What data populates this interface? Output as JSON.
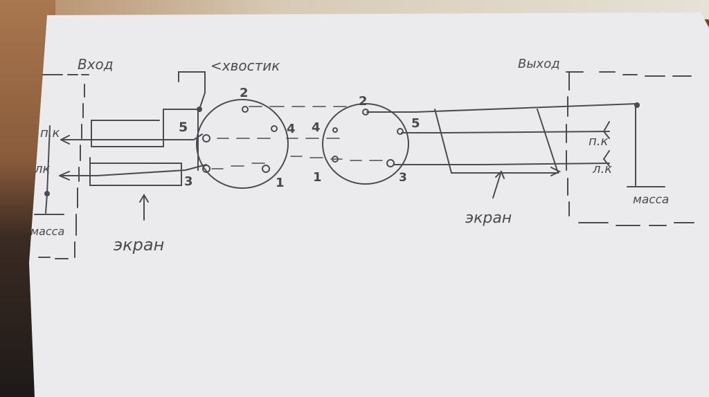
{
  "labels": {
    "input": "Вход",
    "tail": "<хвостик",
    "output": "Выход",
    "pk_left": "п.к",
    "lk_left": "лк",
    "pk_right": "п.к",
    "lk_right": "л.к",
    "ground_left": "масса",
    "ground_right": "масса",
    "shield_left": "экран",
    "shield_right": "экран"
  },
  "left_connector_pins": [
    "2",
    "5",
    "4",
    "3",
    "1"
  ],
  "right_connector_pins": [
    "2",
    "5",
    "4",
    "1",
    "3"
  ],
  "colors": {
    "paper": "#eaeaec",
    "pencil": "#4d4a4f",
    "table": "#8a5b3b"
  }
}
